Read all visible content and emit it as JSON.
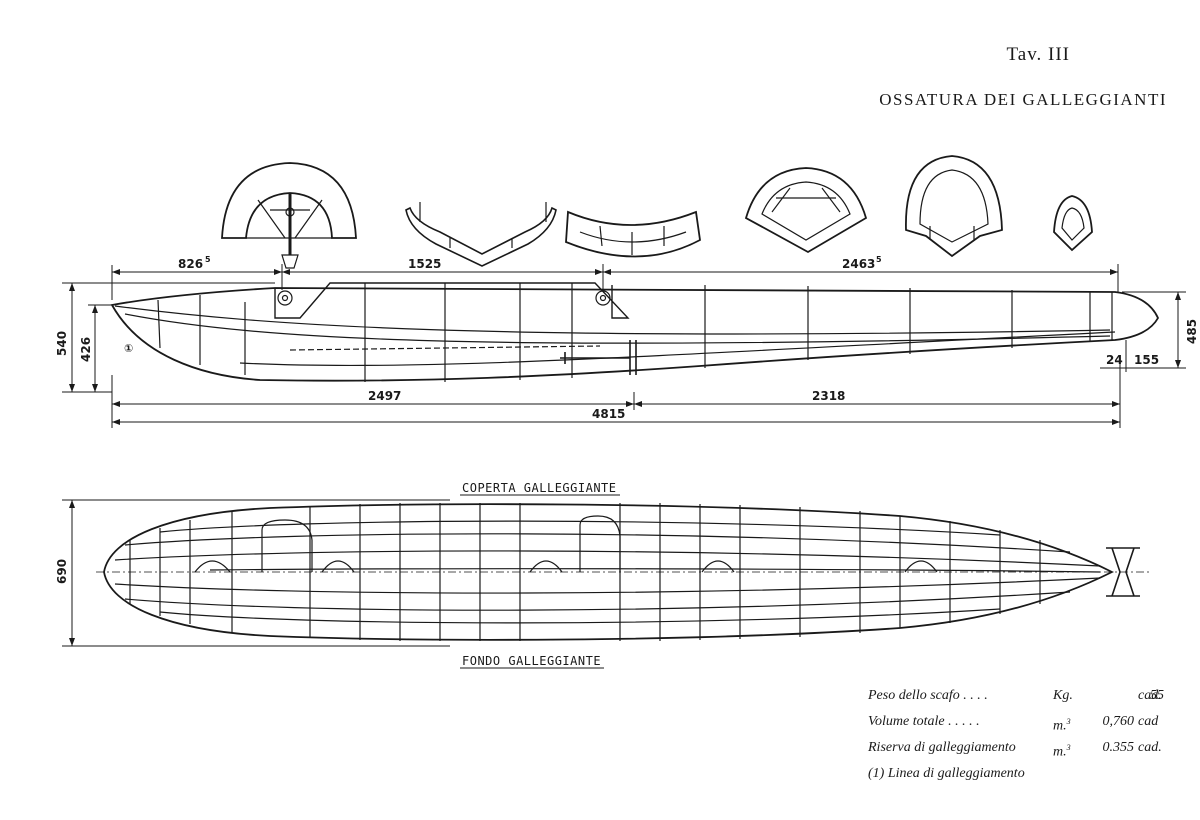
{
  "header": {
    "plate": "Tav. III",
    "title": "OSSATURA DEI GALLEGGIANTI"
  },
  "side_view": {
    "dims": {
      "nose": "826",
      "nose_sup": "5",
      "middle": "1525",
      "tail": "2463",
      "tail_sup": "5",
      "height_total": "540",
      "height_nose": "426",
      "height_tail": "485",
      "tail_gap": "24",
      "tail_end": "155",
      "front_half": "2497",
      "rear_half": "2318",
      "overall": "4815"
    },
    "waterline_marker": "①"
  },
  "top_view": {
    "label_top": "COPERTA GALLEGGIANTE",
    "label_bottom": "FONDO GALLEGGIANTE",
    "width_dim": "690"
  },
  "legend": {
    "rows": [
      {
        "label": "Peso dello scafo . . . .",
        "unit": "Kg.",
        "value": "55",
        "per": "cad."
      },
      {
        "label": "Volume totale . . . . .",
        "unit": "m.",
        "unit_sup": "3",
        "value": "0,760",
        "per": "cad"
      },
      {
        "label": "Riserva di galleggiamento",
        "unit": "m.",
        "unit_sup": "3",
        "value": "0.355",
        "per": "cad."
      }
    ],
    "note": "(1) Linea di galleggiamento"
  }
}
